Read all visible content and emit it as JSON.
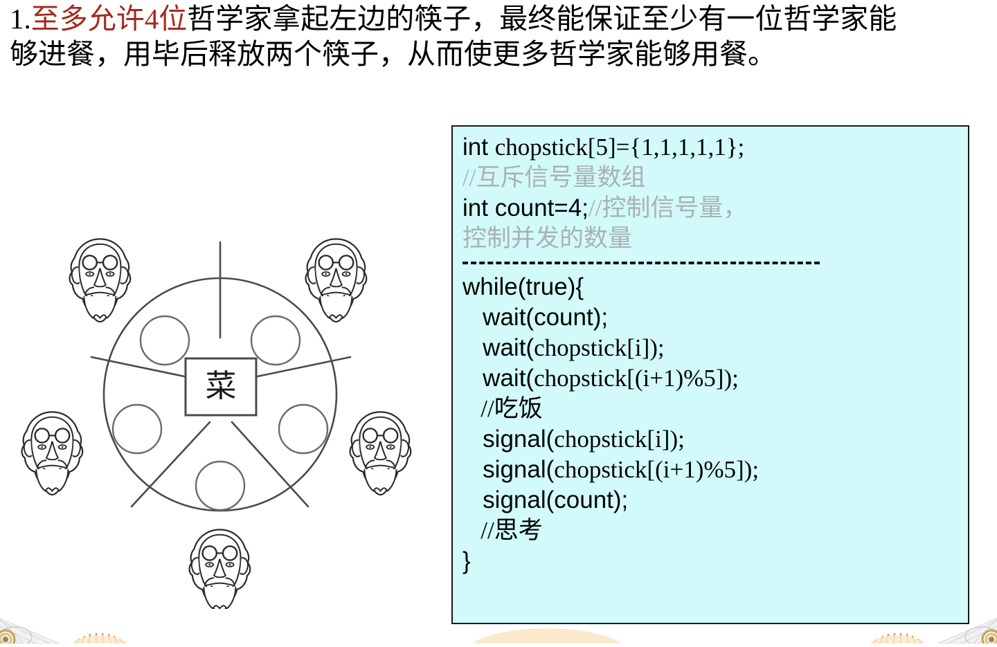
{
  "slide": {
    "title": {
      "number": "1.",
      "highlight": "至多允许4位",
      "rest": "哲学家拿起左边的筷子，最终能保证至少有一位哲学家能够进餐，用毕后释放两个筷子，从而使更多哲学家能够用餐。",
      "highlight_color": "#A32A1E"
    },
    "diagram": {
      "center_label": "菜",
      "philosopher_count": 5,
      "bowl_count": 5,
      "chopstick_count": 5,
      "name": "dining-philosophers-table"
    },
    "code": {
      "background_color": "#D2FAFA",
      "border_color": "#1a1a1a",
      "comment_color": "#A9B2B2",
      "lines": [
        {
          "segments": [
            {
              "t": "int ",
              "s": "kw"
            },
            {
              "t": "chopstick[5]={1,1,1,1,1};",
              "s": "sr"
            }
          ]
        },
        {
          "segments": [
            {
              "t": "//互斥信号量数组",
              "s": "cm"
            }
          ]
        },
        {
          "segments": [
            {
              "t": "int count=4;",
              "s": "kw"
            },
            {
              "t": "//控制信号量，",
              "s": "cm"
            }
          ]
        },
        {
          "segments": [
            {
              "t": "控制并发的数量",
              "s": "cm"
            }
          ]
        },
        {
          "divider": true
        },
        {
          "segments": [
            {
              "t": "while(true){",
              "s": "kw"
            }
          ]
        },
        {
          "segments": [
            {
              "t": "   wait(count);",
              "s": "kw"
            }
          ]
        },
        {
          "segments": [
            {
              "t": "   wait(",
              "s": "kw"
            },
            {
              "t": "chopstick[i]);",
              "s": "sr"
            }
          ]
        },
        {
          "segments": [
            {
              "t": "   wait(",
              "s": "kw"
            },
            {
              "t": "chopstick[(i+1)%5]);",
              "s": "sr"
            }
          ]
        },
        {
          "segments": [
            {
              "t": "   //吃饭",
              "s": "sr"
            }
          ]
        },
        {
          "segments": [
            {
              "t": "   signal(",
              "s": "kw"
            },
            {
              "t": "chopstick[i]);",
              "s": "sr"
            }
          ]
        },
        {
          "segments": [
            {
              "t": "   signal(",
              "s": "kw"
            },
            {
              "t": "chopstick[(i+1)%5]);",
              "s": "sr"
            }
          ]
        },
        {
          "segments": [
            {
              "t": "   signal(count);",
              "s": "kw"
            }
          ]
        },
        {
          "segments": [
            {
              "t": "   //思考",
              "s": "sr"
            }
          ]
        },
        {
          "segments": [
            {
              "t": "}",
              "s": "kw"
            }
          ]
        }
      ]
    },
    "decorations": {
      "fan_color": "#c9c9c9",
      "gold_color": "#b8860b",
      "sunburst_color": "#d08a3c"
    }
  }
}
